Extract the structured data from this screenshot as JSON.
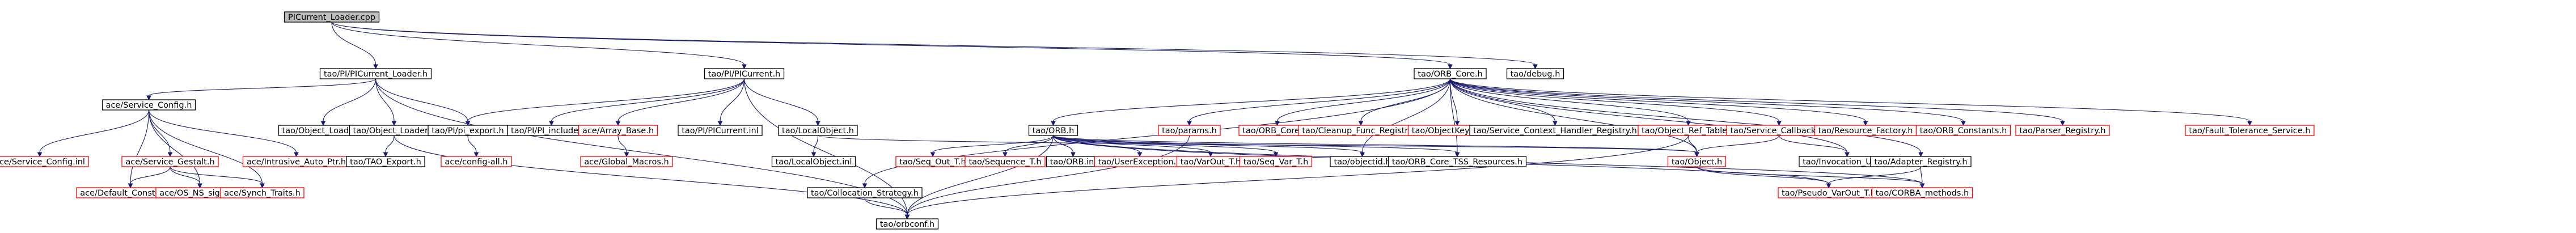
{
  "colors": {
    "edge": "#191970",
    "root_fill": "#bfbfbf",
    "node_stroke_normal": "#000000",
    "node_stroke_missing": "#ff0000",
    "node_fill": "#ffffff"
  },
  "nodes": [
    {
      "id": "root",
      "label": "PICurrent_Loader.cpp",
      "style": "root"
    },
    {
      "id": "picl_h",
      "label": "tao/PI/PICurrent_Loader.h",
      "style": "normal"
    },
    {
      "id": "picur_h",
      "label": "tao/PI/PICurrent.h",
      "style": "normal"
    },
    {
      "id": "orbcore_h",
      "label": "tao/ORB_Core.h",
      "style": "normal"
    },
    {
      "id": "debug_h",
      "label": "tao/debug.h",
      "style": "normal"
    },
    {
      "id": "svcconf_h",
      "label": "ace/Service_Config.h",
      "style": "normal"
    },
    {
      "id": "objloader_h",
      "label": "tao/Object_Loader.h",
      "style": "normal"
    },
    {
      "id": "objloader_h2",
      "label": "tao/Object_Loader.h",
      "style": "normal"
    },
    {
      "id": "piexport_h",
      "label": "tao/PI/pi_export.h",
      "style": "normal"
    },
    {
      "id": "piinclC_h",
      "label": "tao/PI/PI_includeC.h",
      "style": "normal"
    },
    {
      "id": "arraybase_h",
      "label": "ace/Array_Base.h",
      "style": "missing"
    },
    {
      "id": "picurinl",
      "label": "tao/PI/PICurrent.inl",
      "style": "normal"
    },
    {
      "id": "localobj_h",
      "label": "tao/LocalObject.h",
      "style": "normal"
    },
    {
      "id": "orb_h",
      "label": "tao/ORB.h",
      "style": "normal"
    },
    {
      "id": "params_h",
      "label": "tao/params.h",
      "style": "missing"
    },
    {
      "id": "orbcoreinl",
      "label": "tao/ORB_Core.inl",
      "style": "missing"
    },
    {
      "id": "cleanup_h",
      "label": "tao/Cleanup_Func_Registry.h",
      "style": "missing"
    },
    {
      "id": "objkey_h",
      "label": "tao/ObjectKey_Table.h",
      "style": "missing"
    },
    {
      "id": "svcctx_h",
      "label": "tao/Service_Context_Handler_Registry.h",
      "style": "normal"
    },
    {
      "id": "objref_h",
      "label": "tao/Object_Ref_Table.h",
      "style": "missing"
    },
    {
      "id": "svccb_h",
      "label": "tao/Service_Callbacks.h",
      "style": "missing"
    },
    {
      "id": "resfact_h",
      "label": "tao/Resource_Factory.h",
      "style": "missing"
    },
    {
      "id": "orbconst_h",
      "label": "tao/ORB_Constants.h",
      "style": "missing"
    },
    {
      "id": "parserreg_h",
      "label": "tao/Parser_Registry.h",
      "style": "missing"
    },
    {
      "id": "faulttol_h",
      "label": "tao/Fault_Tolerance_Service.h",
      "style": "missing"
    },
    {
      "id": "svcconfinl",
      "label": "ace/Service_Config.inl",
      "style": "missing"
    },
    {
      "id": "svcgestalt_h",
      "label": "ace/Service_Gestalt.h",
      "style": "missing"
    },
    {
      "id": "intrusive_h",
      "label": "ace/Intrusive_Auto_Ptr.h",
      "style": "missing"
    },
    {
      "id": "taoexport_h",
      "label": "tao/TAO_Export.h",
      "style": "normal"
    },
    {
      "id": "configall_h",
      "label": "ace/config-all.h",
      "style": "missing"
    },
    {
      "id": "globalmacros_h",
      "label": "ace/Global_Macros.h",
      "style": "missing"
    },
    {
      "id": "localobjinl",
      "label": "tao/LocalObject.inl",
      "style": "normal"
    },
    {
      "id": "seqout_h",
      "label": "tao/Seq_Out_T.h",
      "style": "missing"
    },
    {
      "id": "sequence_h",
      "label": "tao/Sequence_T.h",
      "style": "missing"
    },
    {
      "id": "orbinl",
      "label": "tao/ORB.inl",
      "style": "normal"
    },
    {
      "id": "userexc_h",
      "label": "tao/UserException.h",
      "style": "missing"
    },
    {
      "id": "varout_h",
      "label": "tao/VarOut_T.h",
      "style": "missing"
    },
    {
      "id": "seqvar_h",
      "label": "tao/Seq_Var_T.h",
      "style": "missing"
    },
    {
      "id": "objectid_h",
      "label": "tao/objectid.h",
      "style": "normal"
    },
    {
      "id": "tssres_h",
      "label": "tao/ORB_Core_TSS_Resources.h",
      "style": "normal"
    },
    {
      "id": "object_h",
      "label": "tao/Object.h",
      "style": "missing"
    },
    {
      "id": "invutils_h",
      "label": "tao/Invocation_Utils.h",
      "style": "normal"
    },
    {
      "id": "adapter_h",
      "label": "tao/Adapter_Registry.h",
      "style": "normal"
    },
    {
      "id": "defconst_h",
      "label": "ace/Default_Constants.h",
      "style": "missing"
    },
    {
      "id": "osns_h",
      "label": "ace/OS_NS_signal.h",
      "style": "missing"
    },
    {
      "id": "synch_h",
      "label": "ace/Synch_Traits.h",
      "style": "missing"
    },
    {
      "id": "collocation_h",
      "label": "tao/Collocation_Strategy.h",
      "style": "normal"
    },
    {
      "id": "pseudo_h",
      "label": "tao/Pseudo_VarOut_T.h",
      "style": "missing"
    },
    {
      "id": "corba_h",
      "label": "tao/CORBA_methods.h",
      "style": "missing"
    },
    {
      "id": "orbconf_h",
      "label": "tao/orbconf.h",
      "style": "normal"
    }
  ]
}
